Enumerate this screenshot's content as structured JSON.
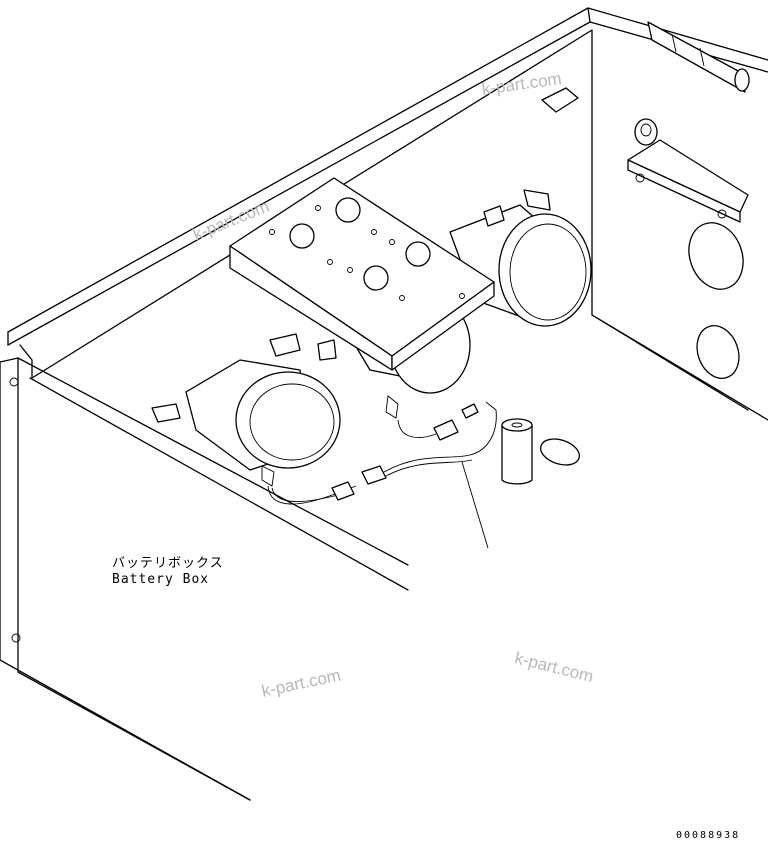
{
  "callout": {
    "label_jp": "バッテリボックス",
    "label_en": "Battery Box"
  },
  "watermarks": [
    "k-part.com",
    "k-part.com",
    "k-part.com",
    "k-part.com"
  ],
  "drawing_code": "00088938"
}
